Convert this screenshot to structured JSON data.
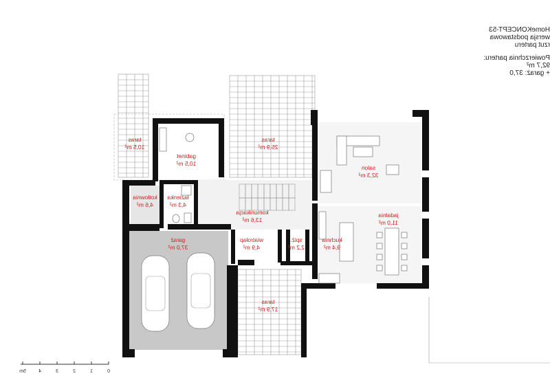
{
  "header": {
    "project": "HomeKONCEPT-53",
    "version": "wersja podstawowa",
    "plan": "rzut parteru",
    "area_label": "Powierzchnia parteru:",
    "area_value": "92,7 m²",
    "garage_note": "+ garaż: 37,0"
  },
  "rooms": [
    {
      "id": "taras_lewy",
      "name": "taras",
      "area": "10,5 m²"
    },
    {
      "id": "gabinet",
      "name": "gabinet",
      "area": "10,5 m²"
    },
    {
      "id": "taras_srodek",
      "name": "taras",
      "area": "25,9 m²"
    },
    {
      "id": "salon",
      "name": "salon",
      "area": "32,3 m²"
    },
    {
      "id": "kotlownia",
      "name": "kotłownia",
      "area": "4,6 m²"
    },
    {
      "id": "lazienka",
      "name": "łazienka",
      "area": "4,3 m²"
    },
    {
      "id": "komunikacja",
      "name": "komunikacja",
      "area": "13,6 m²"
    },
    {
      "id": "jadalnia",
      "name": "jadalnia",
      "area": "11,0 m²"
    },
    {
      "id": "garaz",
      "name": "garaż",
      "area": "37,0 m²"
    },
    {
      "id": "wiatrolap",
      "name": "wiatrołap",
      "area": "4,9 m²"
    },
    {
      "id": "spiz",
      "name": "spiż.",
      "area": "2,2 m²"
    },
    {
      "id": "kuchnia",
      "name": "kuchnia",
      "area": "9,4 m²"
    },
    {
      "id": "taras_dol",
      "name": "taras",
      "area": "17,9 m²"
    }
  ],
  "scale": {
    "ticks": [
      "0",
      "1",
      "2",
      "3",
      "4",
      "5m"
    ]
  },
  "colors": {
    "label": "#d02020",
    "wall": "#111111",
    "garage": "#c8c8c8",
    "interior": "#e9e9e9",
    "room": "#ffffff"
  }
}
